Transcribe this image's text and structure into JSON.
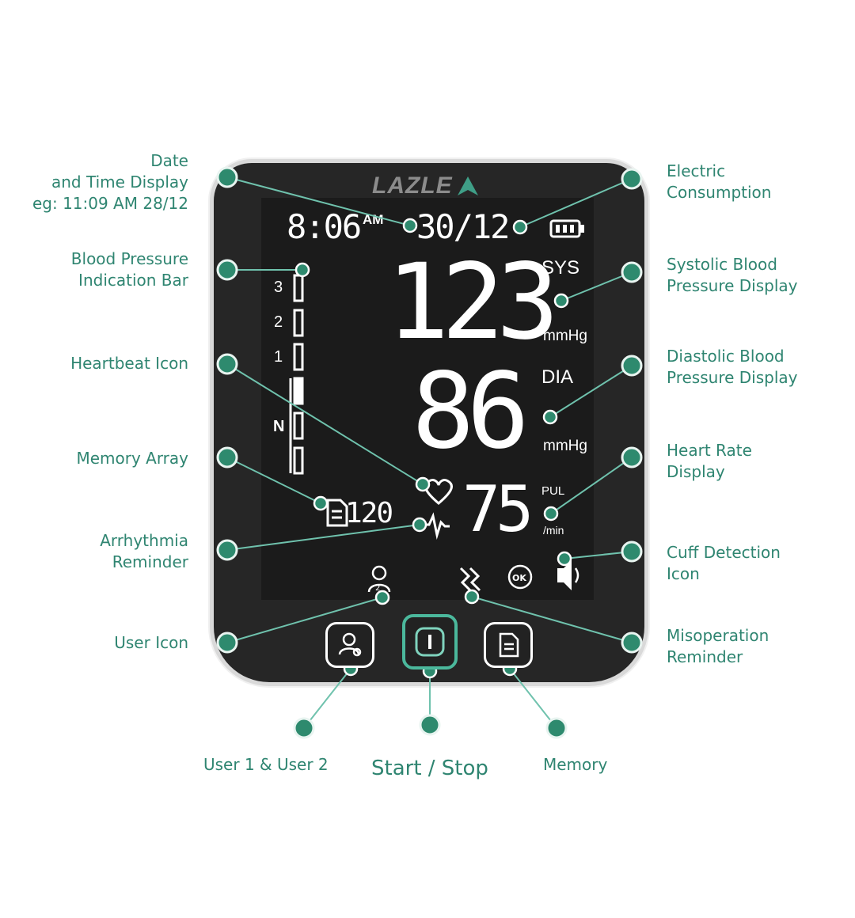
{
  "brand": "LAZLE",
  "display": {
    "time": "8:06",
    "ampm": "AM",
    "date": "30/12",
    "systolic": "123",
    "systolic_label": "SYS",
    "systolic_unit": "mmHg",
    "diastolic": "86",
    "diastolic_label": "DIA",
    "diastolic_unit": "mmHg",
    "pulse": "75",
    "pulse_label": "PUL",
    "pulse_unit": "/min",
    "memory_count": "120",
    "bar_levels": [
      "3",
      "2",
      "1",
      "N"
    ]
  },
  "labels": {
    "date_time": [
      "Date",
      "and Time Display",
      "eg: 11:09 AM 28/12"
    ],
    "bp_bar": [
      "Blood Pressure",
      "Indication Bar"
    ],
    "heartbeat": [
      "Heartbeat Icon"
    ],
    "memory_array": [
      "Memory Array"
    ],
    "arrhythmia": [
      "Arrhythmia",
      "Reminder"
    ],
    "user_icon": [
      "User Icon"
    ],
    "electric": [
      "Electric",
      "Consumption"
    ],
    "systolic": [
      "Systolic Blood",
      "Pressure Display"
    ],
    "diastolic": [
      "Diastolic Blood",
      "Pressure Display"
    ],
    "heart_rate": [
      "Heart Rate",
      "Display"
    ],
    "cuff": [
      "Cuff Detection",
      "Icon"
    ],
    "misoperation": [
      "Misoperation",
      "Reminder"
    ],
    "user_buttons": "User 1 & User 2",
    "start_stop": "Start / Stop",
    "memory": "Memory"
  },
  "icons": {
    "user": "user-icon",
    "heartbeat": "heart-icon",
    "arrhythmia": "ecg-wave-icon",
    "memory": "document-icon",
    "battery": "battery-icon",
    "cuff": "speaker-icon",
    "misoperation": "zigzag-arrows-icon",
    "ok": "ok-icon",
    "power": "power-icon"
  },
  "colors": {
    "accent": "#2f8571",
    "dot": "#2e8a6e",
    "device": "#262626",
    "screen": "#1b1b1b",
    "segment": "#ffffff"
  }
}
